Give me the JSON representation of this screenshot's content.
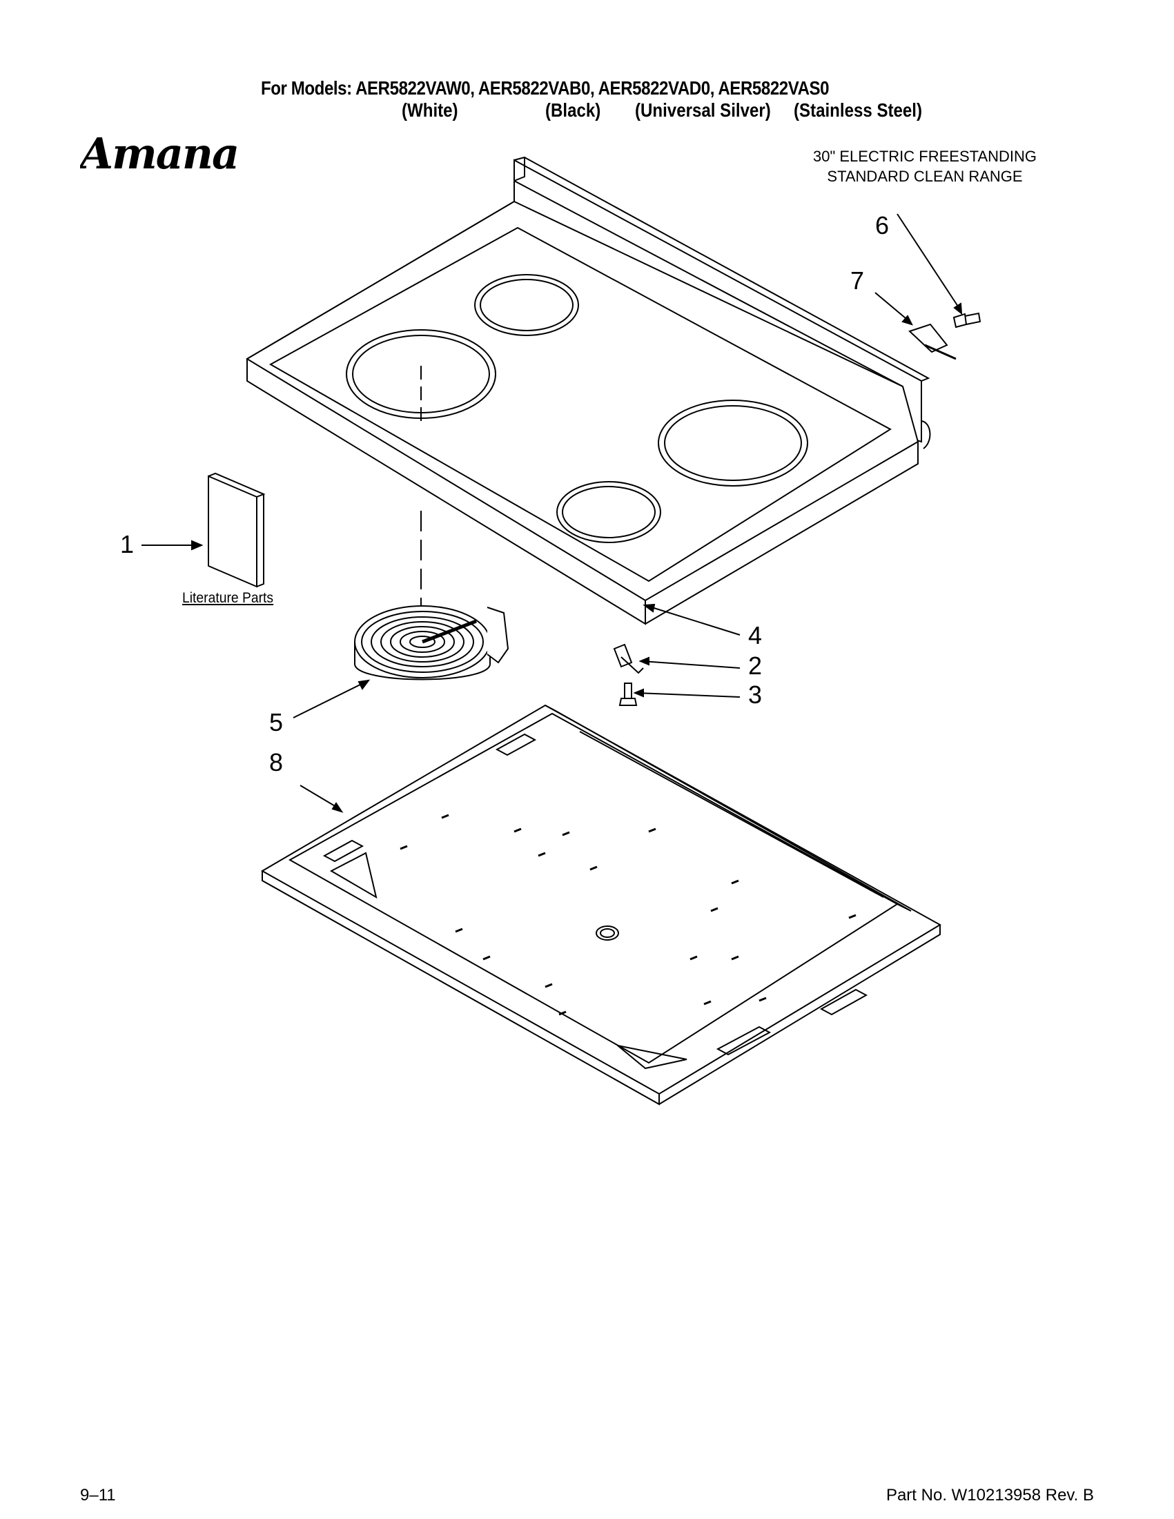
{
  "header": {
    "models_label": "For Models: AER5822VAW0, AER5822VAB0, AER5822VAD0, AER5822VAS0",
    "colors": [
      "(White)",
      "(Black)",
      "(Universal Silver)",
      "(Stainless Steel)"
    ]
  },
  "brand": {
    "logo_text": "Amana"
  },
  "product": {
    "line1": "30\" ELECTRIC FREESTANDING",
    "line2": "STANDARD CLEAN RANGE"
  },
  "callouts": [
    "1",
    "2",
    "3",
    "4",
    "5",
    "6",
    "7",
    "8"
  ],
  "literature_label": "Literature Parts",
  "footer": {
    "date": "9–11",
    "part_number": "Part No. W10213958 Rev. B"
  }
}
